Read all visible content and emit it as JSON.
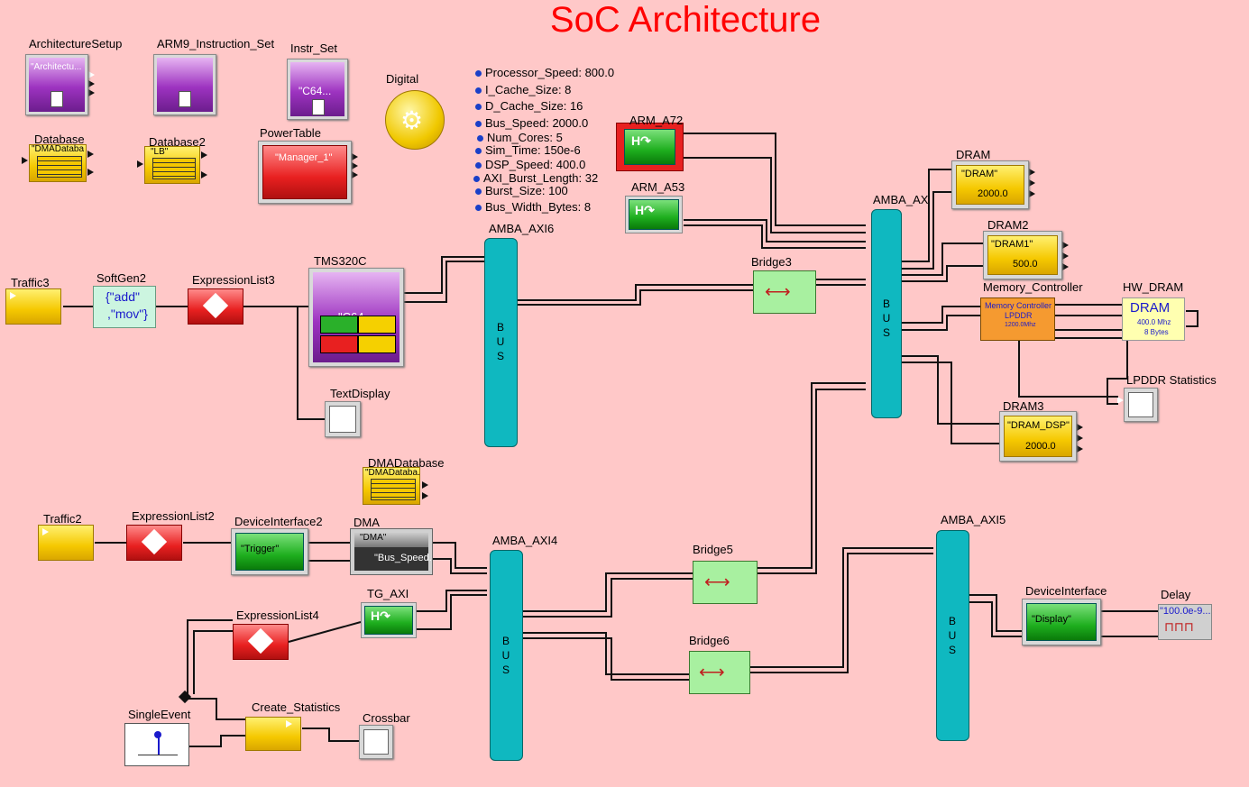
{
  "title": "SoC Architecture",
  "colors": {
    "title": "#ff0000",
    "background": "#ffc8c8",
    "bus": "#0fb8c0",
    "param_dot": "#1a3fc8"
  },
  "parameters": [
    "Processor_Speed: 800.0",
    "I_Cache_Size: 8",
    "D_Cache_Size: 16",
    "Bus_Speed: 2000.0",
    "Num_Cores: 5",
    "Sim_Time: 150e-6",
    "DSP_Speed: 400.0",
    "AXI_Burst_Length: 32",
    "Burst_Size: 100",
    "Bus_Width_Bytes: 8"
  ],
  "blocks": {
    "architecture_setup": {
      "label": "ArchitectureSetup",
      "value": "\"Architectu..."
    },
    "arm9_instruction_set": {
      "label": "ARM9_Instruction_Set"
    },
    "instr_set": {
      "label": "Instr_Set",
      "value": "\"C64..."
    },
    "digital": {
      "label": "Digital"
    },
    "database": {
      "label": "Database",
      "value": "\"DMADataba"
    },
    "database2": {
      "label": "Database2",
      "value": "\"LB\""
    },
    "power_table": {
      "label": "PowerTable",
      "value": "\"Manager_1\""
    },
    "arm_a72": {
      "label": "ARM_A72"
    },
    "arm_a53": {
      "label": "ARM_A53"
    },
    "dram": {
      "label": "DRAM",
      "value": "\"DRAM\"",
      "sub": "2000.0"
    },
    "dram2": {
      "label": "DRAM2",
      "value": "\"DRAM1\"",
      "sub": "500.0"
    },
    "amba_ax": {
      "label": "AMBA_AX"
    },
    "memory_controller": {
      "label": "Memory_Controller",
      "line1": "Memory Controller",
      "line2": "LPDDR",
      "line3": "1200.0Mhz"
    },
    "hw_dram": {
      "label": "HW_DRAM",
      "line1": "DRAM",
      "line2": "400.0 Mhz",
      "line3": "8  Bytes"
    },
    "lpddr_statistics": {
      "label": "LPDDR Statistics"
    },
    "dram3": {
      "label": "DRAM3",
      "value": "\"DRAM_DSP\"",
      "sub": "2000.0"
    },
    "traffic3": {
      "label": "Traffic3"
    },
    "softgen2": {
      "label": "SoftGen2",
      "line1": "{\"add\"",
      "line2": ",\"mov\"}"
    },
    "expressionlist3": {
      "label": "ExpressionList3"
    },
    "tms320c": {
      "label": "TMS320C",
      "value": "\"C64..."
    },
    "amba_axi6": {
      "label": "AMBA_AXI6"
    },
    "bridge3": {
      "label": "Bridge3"
    },
    "textdisplay": {
      "label": "TextDisplay"
    },
    "dmadatabase": {
      "label": "DMADatabase",
      "value": "\"DMADataba."
    },
    "traffic2": {
      "label": "Traffic2"
    },
    "expressionlist2": {
      "label": "ExpressionList2"
    },
    "deviceinterface2": {
      "label": "DeviceInterface2",
      "value": "\"Trigger\""
    },
    "dma": {
      "label": "DMA",
      "line1": "\"DMA\"",
      "line2": "\"Bus_Speed."
    },
    "amba_axi4": {
      "label": "AMBA_AXI4"
    },
    "tg_axi": {
      "label": "TG_AXI"
    },
    "expressionlist4": {
      "label": "ExpressionList4"
    },
    "bridge5": {
      "label": "Bridge5"
    },
    "bridge6": {
      "label": "Bridge6"
    },
    "amba_axi5": {
      "label": "AMBA_AXI5"
    },
    "deviceinterface": {
      "label": "DeviceInterface",
      "value": "\"Display\""
    },
    "delay": {
      "label": "Delay",
      "value": "\"100.0e-9..."
    },
    "singleevent": {
      "label": "SingleEvent"
    },
    "create_statistics": {
      "label": "Create_Statistics"
    },
    "crossbar": {
      "label": "Crossbar"
    }
  },
  "bus_letters": "BUS"
}
